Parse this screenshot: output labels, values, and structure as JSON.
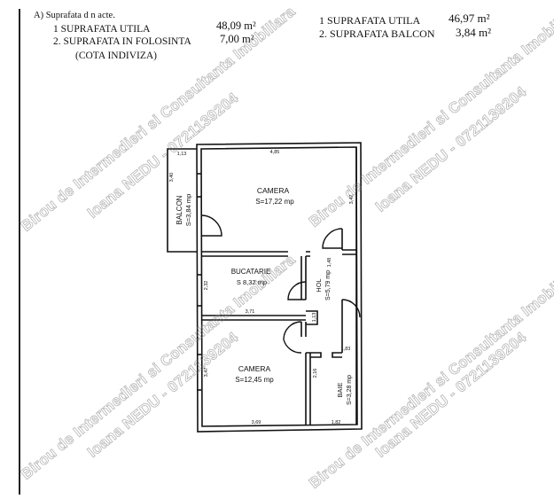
{
  "left_block": {
    "heading": "A) Suprafata d n acte.",
    "items": [
      {
        "label": "1 SUPRAFATA UTILA",
        "value": "48,09 m²"
      },
      {
        "label": "2. SUPRAFATA IN FOLOSINTA",
        "value": "7,00 m²"
      }
    ],
    "note": "(COTA INDIVIZA)"
  },
  "right_block": {
    "items": [
      {
        "label": "1 SUPRAFATA UTILA",
        "value": "46,97 m²"
      },
      {
        "label": "2. SUPRAFATA BALCON",
        "value": "3,84 m²"
      }
    ]
  },
  "floor_plan": {
    "rooms": [
      {
        "name": "CAMERA",
        "area": "S=17,22 mp"
      },
      {
        "name": "BALCON",
        "area": "S=3,84 mp"
      },
      {
        "name": "BUCATARIE",
        "area": "S 8,32 mp"
      },
      {
        "name": "HOL",
        "area": "S=5,79 mp"
      },
      {
        "name": "CAMERA",
        "area": "S=12,45 mp"
      },
      {
        "name": "BAIE",
        "area": "S=3,28 mp"
      }
    ],
    "dimensions": {
      "balcon_top": "1,13",
      "balcon_side": "3,40",
      "camera1_top": "4,85",
      "camera1_right": "3,47",
      "bucatarie_side": "2,32",
      "bucatarie_bottom": "3,71",
      "hol_door": "1,13",
      "hol_side": "1,48",
      "baie_top": "1,83",
      "baie_side": "2,16",
      "camera2_side": "3,47",
      "camera2_bottom": "3,69",
      "baie_bottom": "1,82"
    }
  },
  "watermark": {
    "line1": "Birou de Intermedieri si Consultanta Imobiliara",
    "line2": "Ioana NEDU - 0721139204"
  }
}
